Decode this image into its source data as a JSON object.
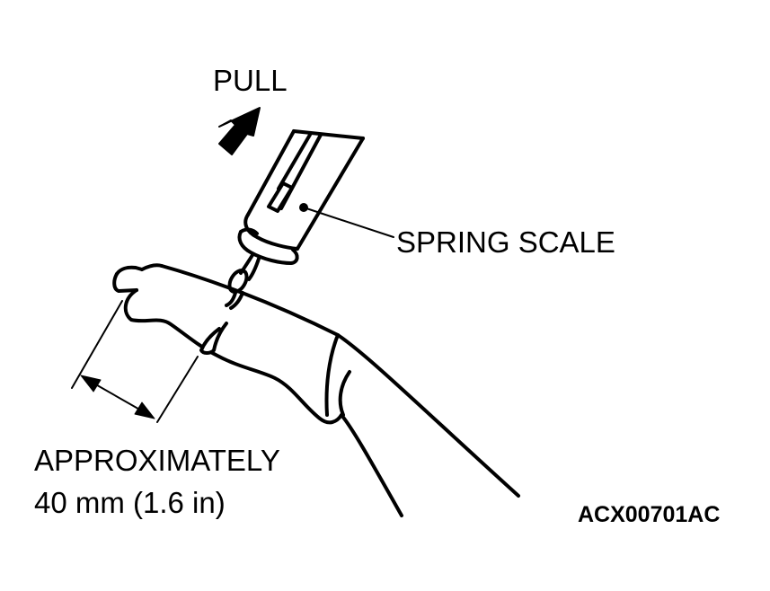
{
  "labels": {
    "pull": "PULL",
    "spring_scale": "SPRING SCALE",
    "approx_line1": "APPROXIMATELY",
    "approx_line2": "40 mm (1.6 in)",
    "figure_code": "ACX00701AC"
  },
  "colors": {
    "ink": "#000000",
    "background": "#ffffff"
  }
}
